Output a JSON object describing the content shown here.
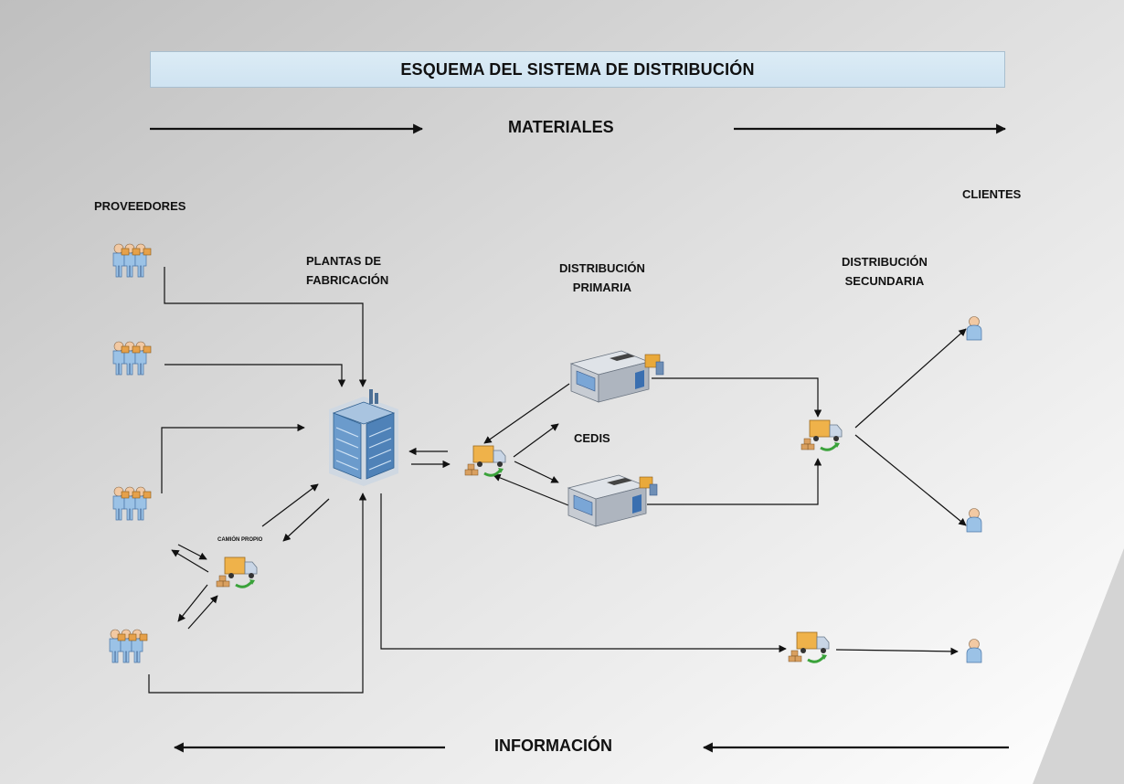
{
  "title": "ESQUEMA DEL SISTEMA DE DISTRIBUCIÓN",
  "flows": {
    "materials": "MATERIALES",
    "information": "INFORMACIÓN"
  },
  "labels": {
    "suppliers": "PROVEEDORES",
    "plants_line1": "PLANTAS DE",
    "plants_line2": "FABRICACIÓN",
    "primary_line1": "DISTRIBUCIÓN",
    "primary_line2": "PRIMARIA",
    "secondary_line1": "DISTRIBUCIÓN",
    "secondary_line2": "SECUNDARIA",
    "clients": "CLIENTES",
    "cedis": "CEDIS",
    "own_truck": "CAMIÓN PROPIO"
  },
  "icons": {
    "supplier": "supplier-group-icon",
    "factory": "factory-building-icon",
    "truck": "delivery-truck-icon",
    "warehouse": "warehouse-icon",
    "client": "client-person-icon"
  },
  "colors": {
    "title_bg": "#d6e8f4",
    "line": "#111111",
    "building_blue": "#5c8fc4",
    "truck_orange": "#e9a93a",
    "arrow_green": "#3aa23a"
  }
}
